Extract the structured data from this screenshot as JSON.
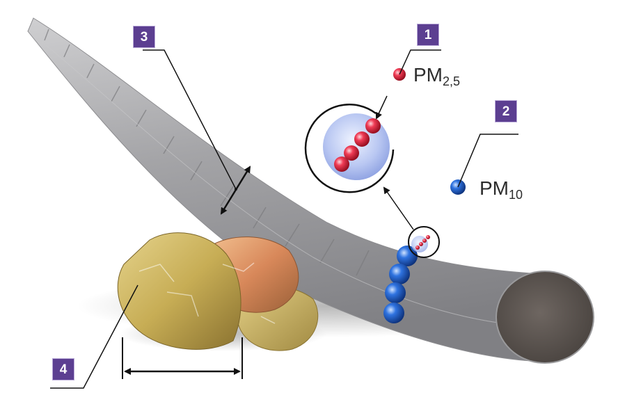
{
  "labels": {
    "pm25": {
      "text": "PM",
      "sub": "2,5",
      "color": "#d81b33"
    },
    "pm10": {
      "text": "PM",
      "sub": "10",
      "color": "#1f5fc9"
    }
  },
  "callouts": [
    {
      "number": "1",
      "target": "pm25-particle"
    },
    {
      "number": "2",
      "target": "pm10-particle"
    },
    {
      "number": "3",
      "target": "hair-diameter"
    },
    {
      "number": "4",
      "target": "sand-grain"
    }
  ],
  "colors": {
    "badge": "#5c3f91",
    "hair": "#a9a9ab",
    "pm25": "#d81b33",
    "pm10": "#1f5fc9",
    "sand": "#cdb060"
  }
}
